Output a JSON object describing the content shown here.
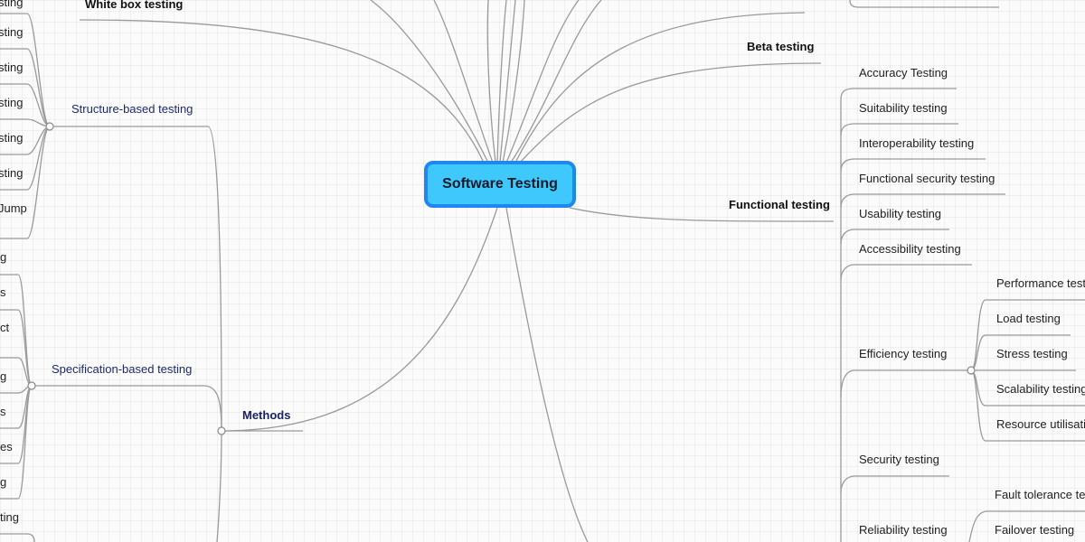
{
  "root": "Software Testing",
  "top_left": {
    "white_box": "White box testing"
  },
  "methods": {
    "label": "Methods",
    "structure": {
      "label": "Structure-based testing",
      "items": [
        "sting",
        "sting",
        "sting",
        "sting",
        "sting",
        "sting",
        "Jump"
      ]
    },
    "specification": {
      "label": "Specification-based testing",
      "items": [
        "g",
        "s",
        "ct",
        "g",
        "s",
        "es",
        "g"
      ]
    },
    "bottom_fragment": "ting"
  },
  "right": {
    "top_partial": "",
    "beta": "Beta testing",
    "functional": {
      "label": "Functional testing",
      "items": [
        "Accuracy Testing",
        "Suitability testing",
        "Interoperability testing",
        "Functional security testing",
        "Usability testing",
        "Accessibility testing",
        "Efficiency testing",
        "Security testing",
        "Reliability testing"
      ]
    },
    "efficiency": [
      "Performance test",
      "Load testing",
      "Stress testing",
      "Scalability testing",
      "Resource utilisati"
    ],
    "reliability": [
      "Fault tolerance te",
      "Failover testing"
    ]
  }
}
